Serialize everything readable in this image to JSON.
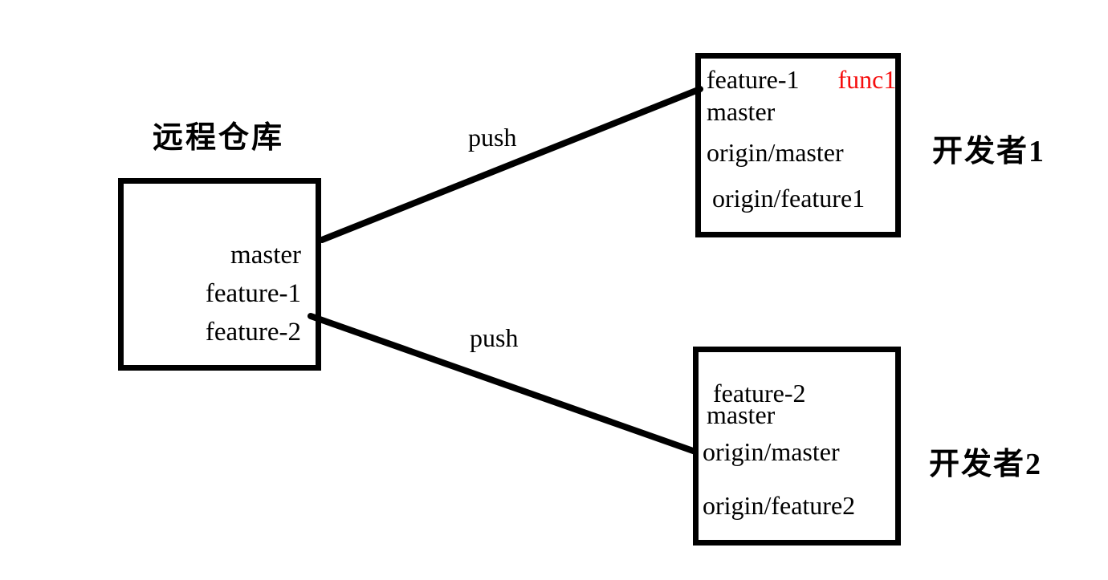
{
  "diagram": {
    "remote_repo": {
      "title": "远程仓库",
      "branches": [
        "master",
        "feature-1",
        "feature-2"
      ]
    },
    "developer1": {
      "title": "开发者1",
      "working_branch": "feature-1",
      "commit_label": "func1",
      "refs": [
        "master",
        "origin/master",
        "origin/feature1"
      ]
    },
    "developer2": {
      "title": "开发者2",
      "working_branch": "feature-2",
      "refs": [
        "master",
        "origin/master",
        "origin/feature2"
      ]
    },
    "connections": [
      {
        "label": "push",
        "between": [
          "远程仓库",
          "开发者1"
        ]
      },
      {
        "label": "push",
        "between": [
          "远程仓库",
          "开发者2"
        ]
      }
    ],
    "colors": {
      "stroke": "#000000",
      "text": "#000000",
      "highlight_red": "#f60d0d",
      "background": "#ffffff"
    }
  }
}
